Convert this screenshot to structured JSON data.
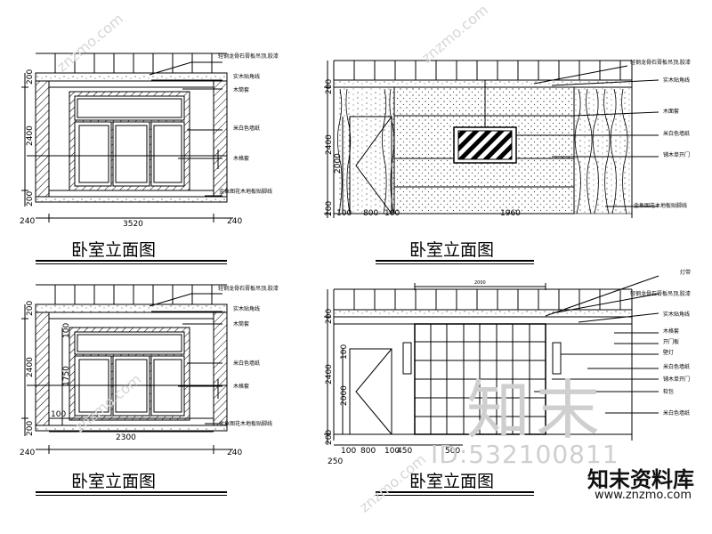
{
  "captions": [
    "卧室立面图",
    "卧室立面图",
    "卧室立面图",
    "卧室立面图"
  ],
  "tl": {
    "notes": [
      "轻钢龙骨石膏板吊顶,胶漆",
      "实木贴角线",
      "木筒套",
      "米白色墙纸",
      "木格套",
      "金象图花木地板贴脚线"
    ],
    "dims_v": [
      "200",
      "2400",
      "200"
    ],
    "dims_h": [
      "240",
      "3520",
      "240"
    ]
  },
  "tr": {
    "notes": [
      "轻钢龙骨石膏板吊顶,胶漆",
      "实木贴角线",
      "木面套",
      "米白色墙纸",
      "铺木单开门",
      "金象图花木地板贴脚线"
    ],
    "dims_v": [
      "200",
      "2400",
      "200"
    ],
    "door_dim": "2000",
    "dims_h": [
      "100",
      "800",
      "100",
      "1960"
    ]
  },
  "bl": {
    "notes": [
      "轻钢龙骨石膏板吊顶,胶漆",
      "实木贴角线",
      "木筒套",
      "米白色墙纸",
      "木格套",
      "金象图花木地板贴脚线"
    ],
    "dims_v": [
      "200",
      "2400",
      "200"
    ],
    "win_dims": [
      "100",
      "1750",
      "100"
    ],
    "dims_h": [
      "240",
      "2300",
      "240"
    ]
  },
  "br": {
    "notes": [
      "灯带",
      "轻钢龙骨石膏板吊顶,胶漆",
      "实木贴角线",
      "木格套",
      "开门板",
      "壁灯",
      "米白色墙纸",
      "铺木单开门",
      "软包",
      "米白色墙纸"
    ],
    "dims_v": [
      "200",
      "2400",
      "200"
    ],
    "door_dims": [
      "100",
      "2000"
    ],
    "top_dim": "2000",
    "dims_h": [
      "250",
      "100",
      "800",
      "100",
      "450",
      "500"
    ]
  },
  "watermark": {
    "big": "知末",
    "id": "ID:532100811",
    "brand": "知末资料库",
    "url": "www.znzmo.com",
    "diag": "znzmo.com"
  }
}
